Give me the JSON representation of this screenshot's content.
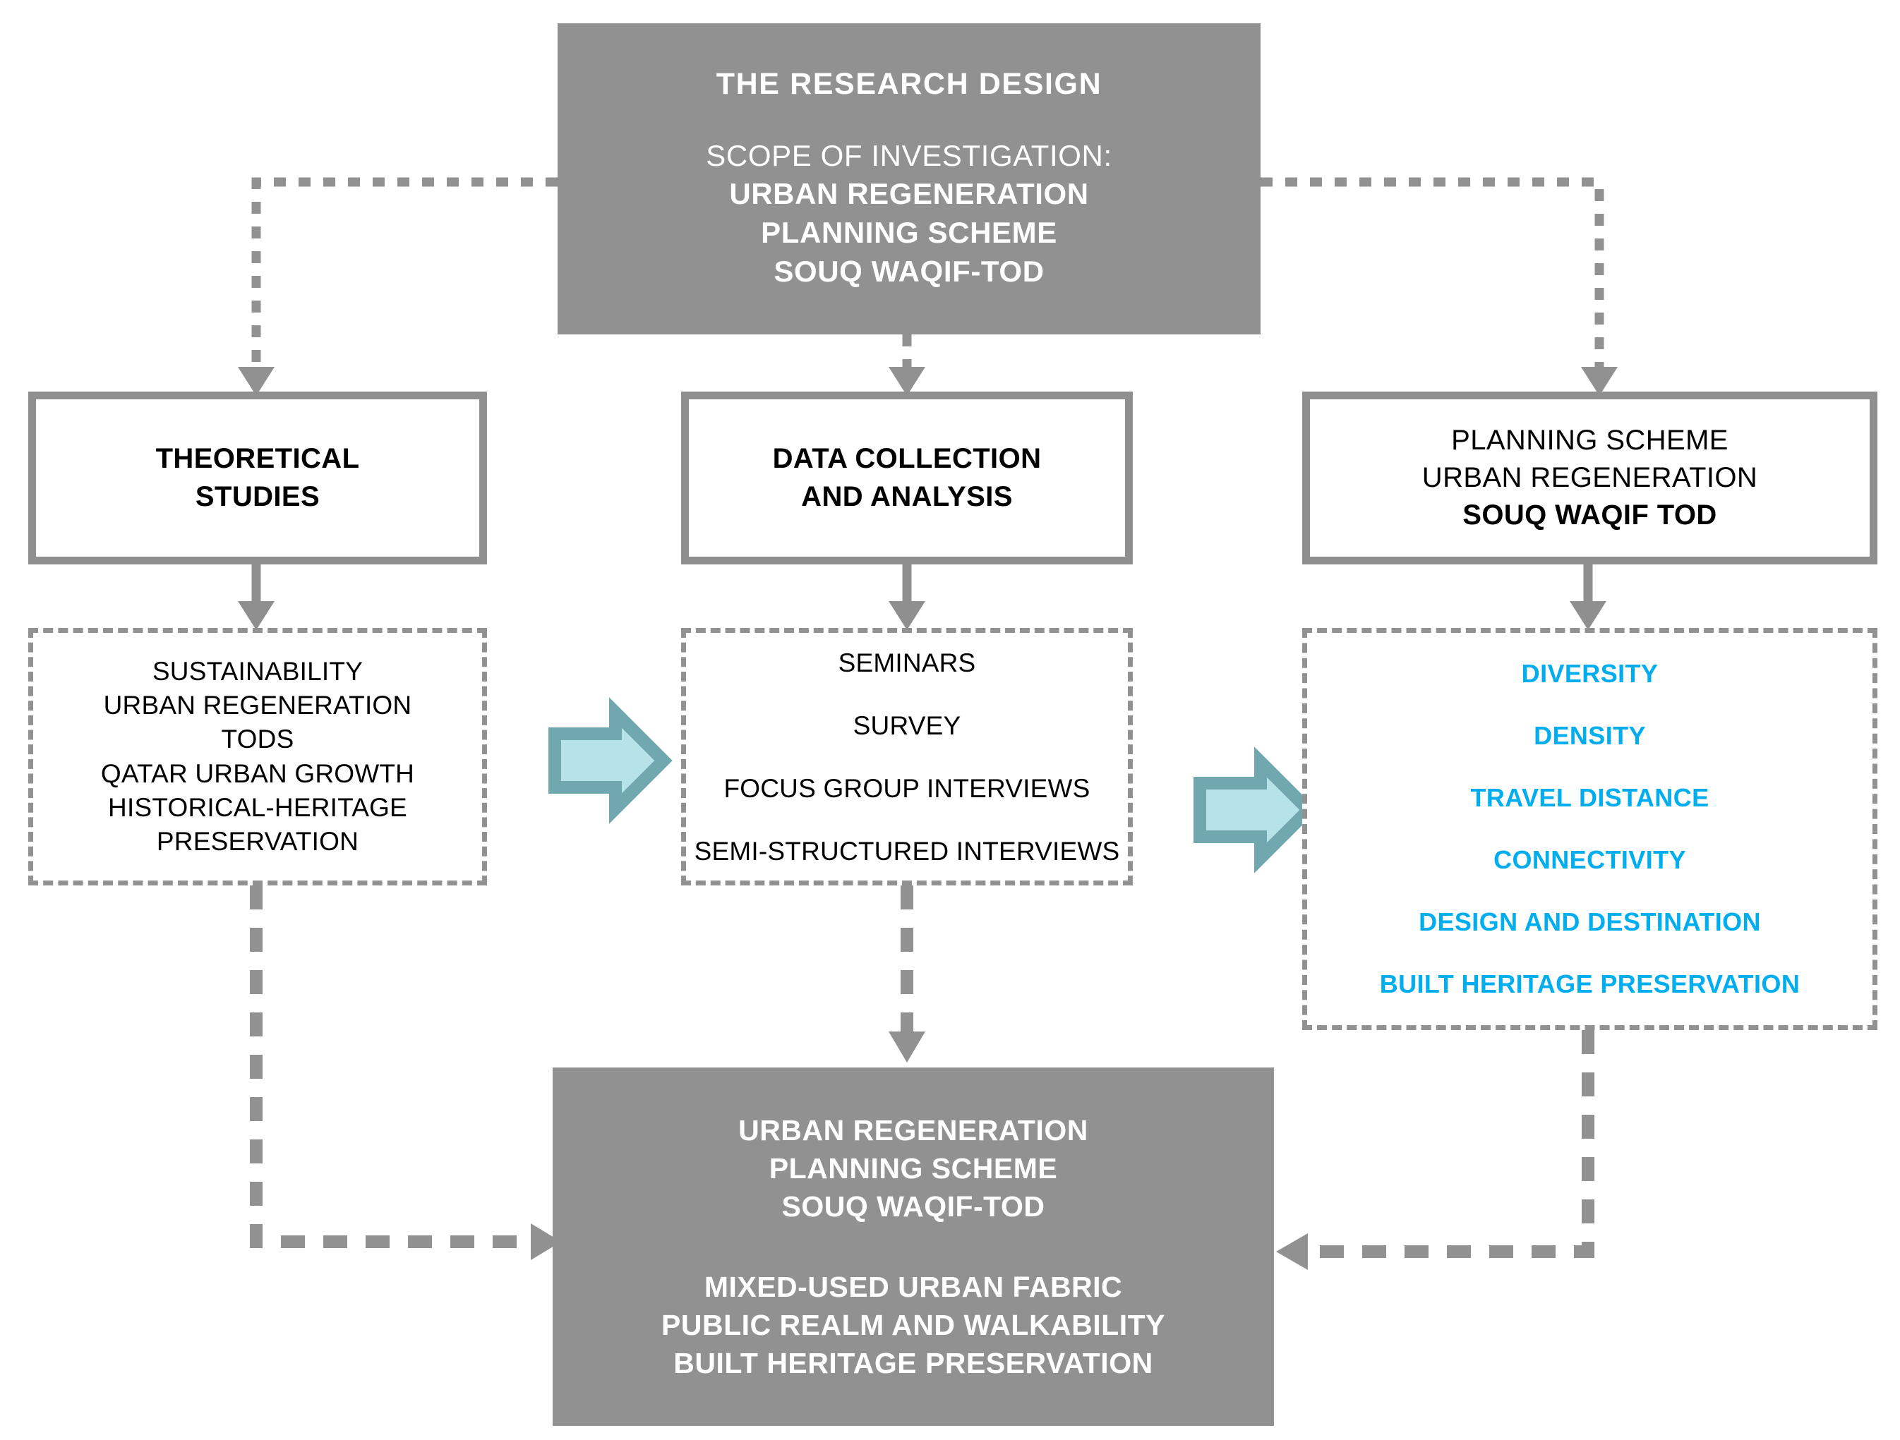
{
  "meta": {
    "diagram_title": "THE RESEARCH DESIGN",
    "accent_cyan": "#00AEEF",
    "grey_fill": "#919191",
    "grey_border": "#8f8f8f",
    "teal_arrow_fill": "#b6e3e8",
    "teal_arrow_stroke": "#71a8b0"
  },
  "research_design": {
    "title": "THE RESEARCH DESIGN",
    "scope_label": "SCOPE OF INVESTIGATION:",
    "scope_items": [
      "URBAN REGENERATION",
      "PLANNING SCHEME",
      "SOUQ WAQIF-TOD"
    ]
  },
  "columns": [
    {
      "id": "theoretical",
      "header_lines": [
        {
          "text": "THEORETICAL",
          "bold": true
        },
        {
          "text": "STUDIES",
          "bold": true
        }
      ],
      "list_items": [
        "SUSTAINABILITY",
        "URBAN REGENERATION",
        "TODS",
        "QATAR URBAN GROWTH",
        "HISTORICAL-HERITAGE",
        "PRESERVATION"
      ]
    },
    {
      "id": "data",
      "header_lines": [
        {
          "text": "DATA COLLECTION",
          "bold": true
        },
        {
          "text": "AND ANALYSIS",
          "bold": true
        }
      ],
      "list_items": [
        "SEMINARS",
        "SURVEY",
        "FOCUS GROUP INTERVIEWS",
        "SEMI-STRUCTURED INTERVIEWS"
      ]
    },
    {
      "id": "planning",
      "header_lines": [
        {
          "text": "PLANNING SCHEME",
          "bold": false
        },
        {
          "text": "URBAN REGENERATION",
          "bold": false
        },
        {
          "text": "SOUQ WAQIF TOD",
          "bold": true
        }
      ],
      "list_items": [
        "DIVERSITY",
        "DENSITY",
        "TRAVEL DISTANCE",
        "CONNECTIVITY",
        "DESIGN AND DESTINATION",
        "BUILT HERITAGE PRESERVATION"
      ]
    }
  ],
  "outcome": {
    "group1": [
      "URBAN REGENERATION",
      "PLANNING SCHEME",
      "SOUQ WAQIF-TOD"
    ],
    "group2": [
      "MIXED-USED URBAN FABRIC",
      "PUBLIC REALM AND WALKABILITY",
      "BUILT HERITAGE PRESERVATION"
    ]
  },
  "connectors": {
    "flow_arrow_1_name": "block-arrow-theory-to-data",
    "flow_arrow_2_name": "block-arrow-data-to-planning"
  }
}
